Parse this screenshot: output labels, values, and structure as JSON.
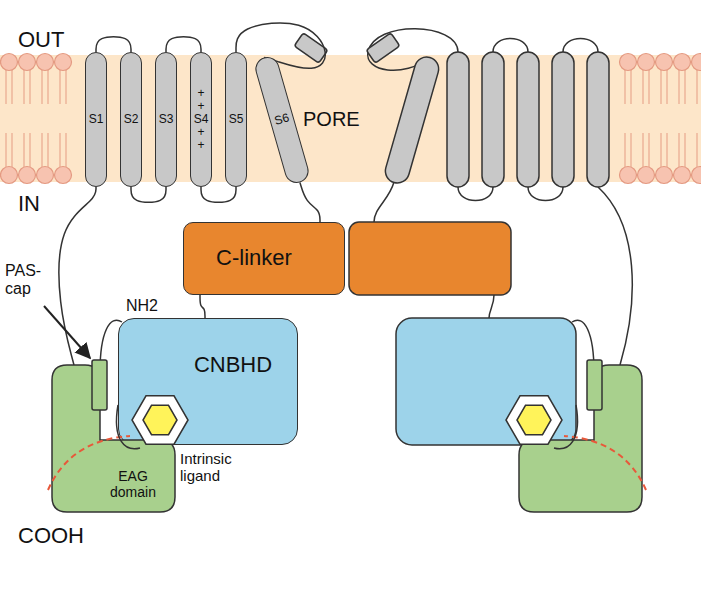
{
  "diagram": {
    "nodes": [
      {
        "text": [
          "S1"
        ]
      },
      {
        "text": [
          "S2"
        ]
      },
      {
        "text": [
          "S3"
        ]
      },
      {
        "text": [
          "+",
          "+",
          "S4",
          "+",
          "+"
        ]
      },
      {
        "text": [
          "S5"
        ]
      },
      {
        "text": [
          "S6"
        ]
      },
      {
        "text": [
          "C-linker"
        ]
      },
      {
        "text": [
          "CNBHD"
        ]
      },
      {
        "text": [
          "EAG domain"
        ]
      }
    ],
    "edges": [
      {
        "from": 0,
        "to": 1,
        "arrow": "none"
      },
      {
        "from": 1,
        "to": 2,
        "arrow": "none"
      },
      {
        "from": 2,
        "to": 3,
        "arrow": "none"
      },
      {
        "from": 3,
        "to": 4,
        "arrow": "none"
      },
      {
        "from": 4,
        "to": 5,
        "arrow": "none"
      },
      {
        "from": 5,
        "to": 6,
        "arrow": "none"
      },
      {
        "from": 6,
        "to": 7,
        "arrow": "none"
      },
      {
        "from": 8,
        "to": 0,
        "arrow": "none"
      }
    ],
    "labels": [
      "OUT",
      "IN",
      "PORE",
      "PAS-cap",
      "NH2",
      "Intrinsic ligand",
      "COOH"
    ]
  }
}
